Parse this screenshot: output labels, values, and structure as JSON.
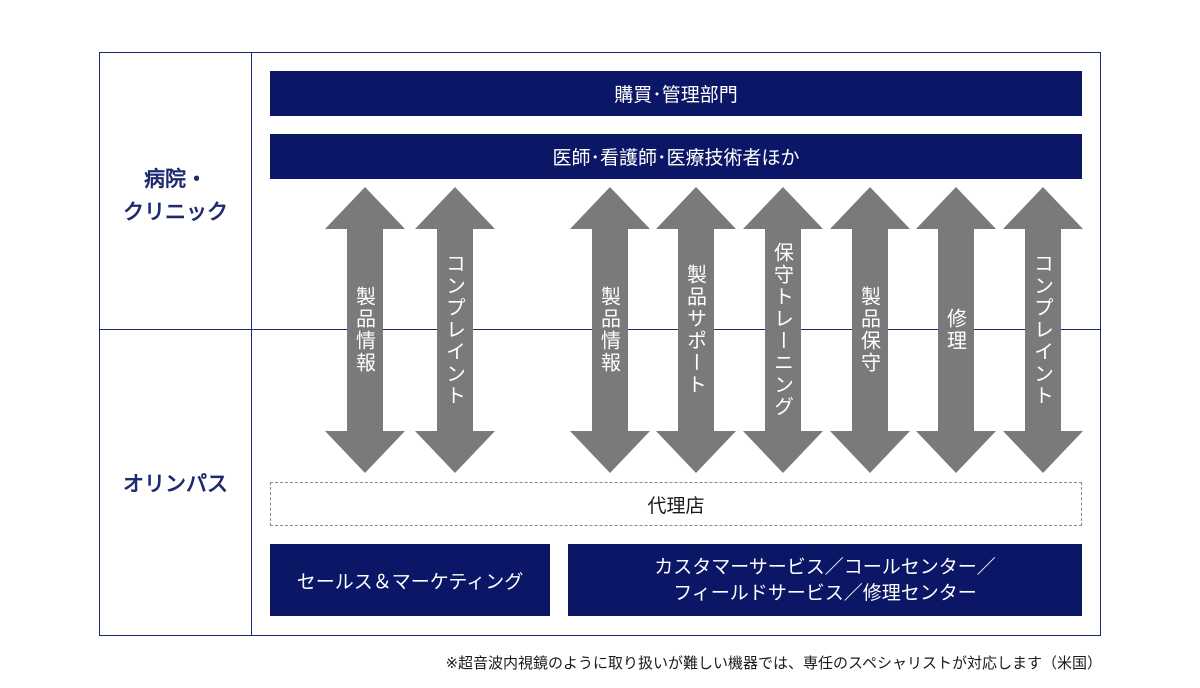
{
  "sides": {
    "hospital": [
      "病院・",
      "クリニック"
    ],
    "olympus": "オリンパス"
  },
  "bars": {
    "purchasing": "購買･管理部門",
    "medical": "医師･看護師･医療技術者ほか"
  },
  "arrows": [
    {
      "label": "製品情報"
    },
    {
      "label": "コンプレイント"
    },
    {
      "label": "製品情報"
    },
    {
      "label": "製品サポート"
    },
    {
      "label": "保守トレーニング"
    },
    {
      "label": "製品保守"
    },
    {
      "label": "修理"
    },
    {
      "label": "コンプレイント"
    }
  ],
  "agency": "代理店",
  "departments": {
    "sales": "セールス＆マーケティング",
    "service_line1": "カスタマーサービス／コールセンター／",
    "service_line2": "フィールドサービス／修理センター"
  },
  "footnote": "※超音波内視鏡のように取り扱いが難しい機器では、専任のスペシャリストが対応します（米国）",
  "colors": {
    "navy": "#0b1766",
    "arrow_gray": "#7a7a7a",
    "border": "#1e2a6e"
  }
}
